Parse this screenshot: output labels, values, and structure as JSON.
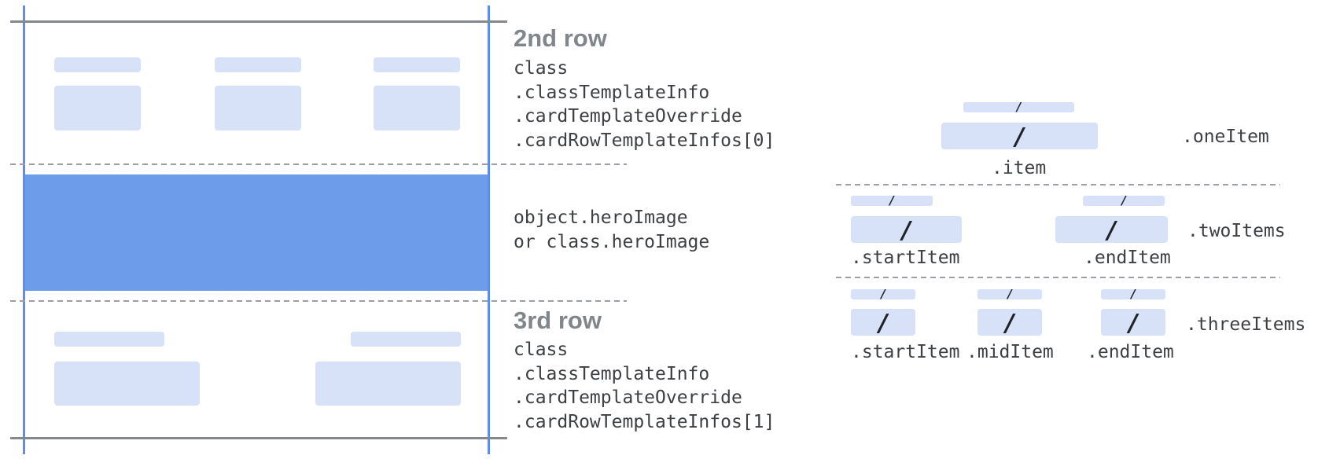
{
  "left_panel": {
    "row2": {
      "heading": "2nd row",
      "code": [
        "class",
        ".classTemplateInfo",
        ".cardTemplateOverride",
        ".cardRowTemplateInfos[0]"
      ]
    },
    "hero": {
      "code": [
        "object.heroImage",
        "or class.heroImage"
      ]
    },
    "row3": {
      "heading": "3rd row",
      "code": [
        "class",
        ".classTemplateInfo",
        ".cardTemplateOverride",
        ".cardRowTemplateInfos[1]"
      ]
    }
  },
  "right_panel": {
    "one_item": {
      "row_label": ".oneItem",
      "item_labels": [
        ".item"
      ]
    },
    "two_items": {
      "row_label": ".twoItems",
      "item_labels": [
        ".startItem",
        ".endItem"
      ]
    },
    "three_items": {
      "row_label": ".threeItems",
      "item_labels": [
        ".startItem",
        ".midItem",
        ".endItem"
      ]
    }
  },
  "glyphs": {
    "slash": "/"
  },
  "colors": {
    "hero_blue": "#6d9ceb",
    "guide_line_blue": "#5c8ef2",
    "placeholder_light_blue": "#d7e2f8",
    "solid_line_gray": "#85898d",
    "dashed_line_gray": "#9aa0a6",
    "heading_gray": "#80868b",
    "code_text_gray": "#3c4043",
    "slash_dark": "#1f2327"
  }
}
